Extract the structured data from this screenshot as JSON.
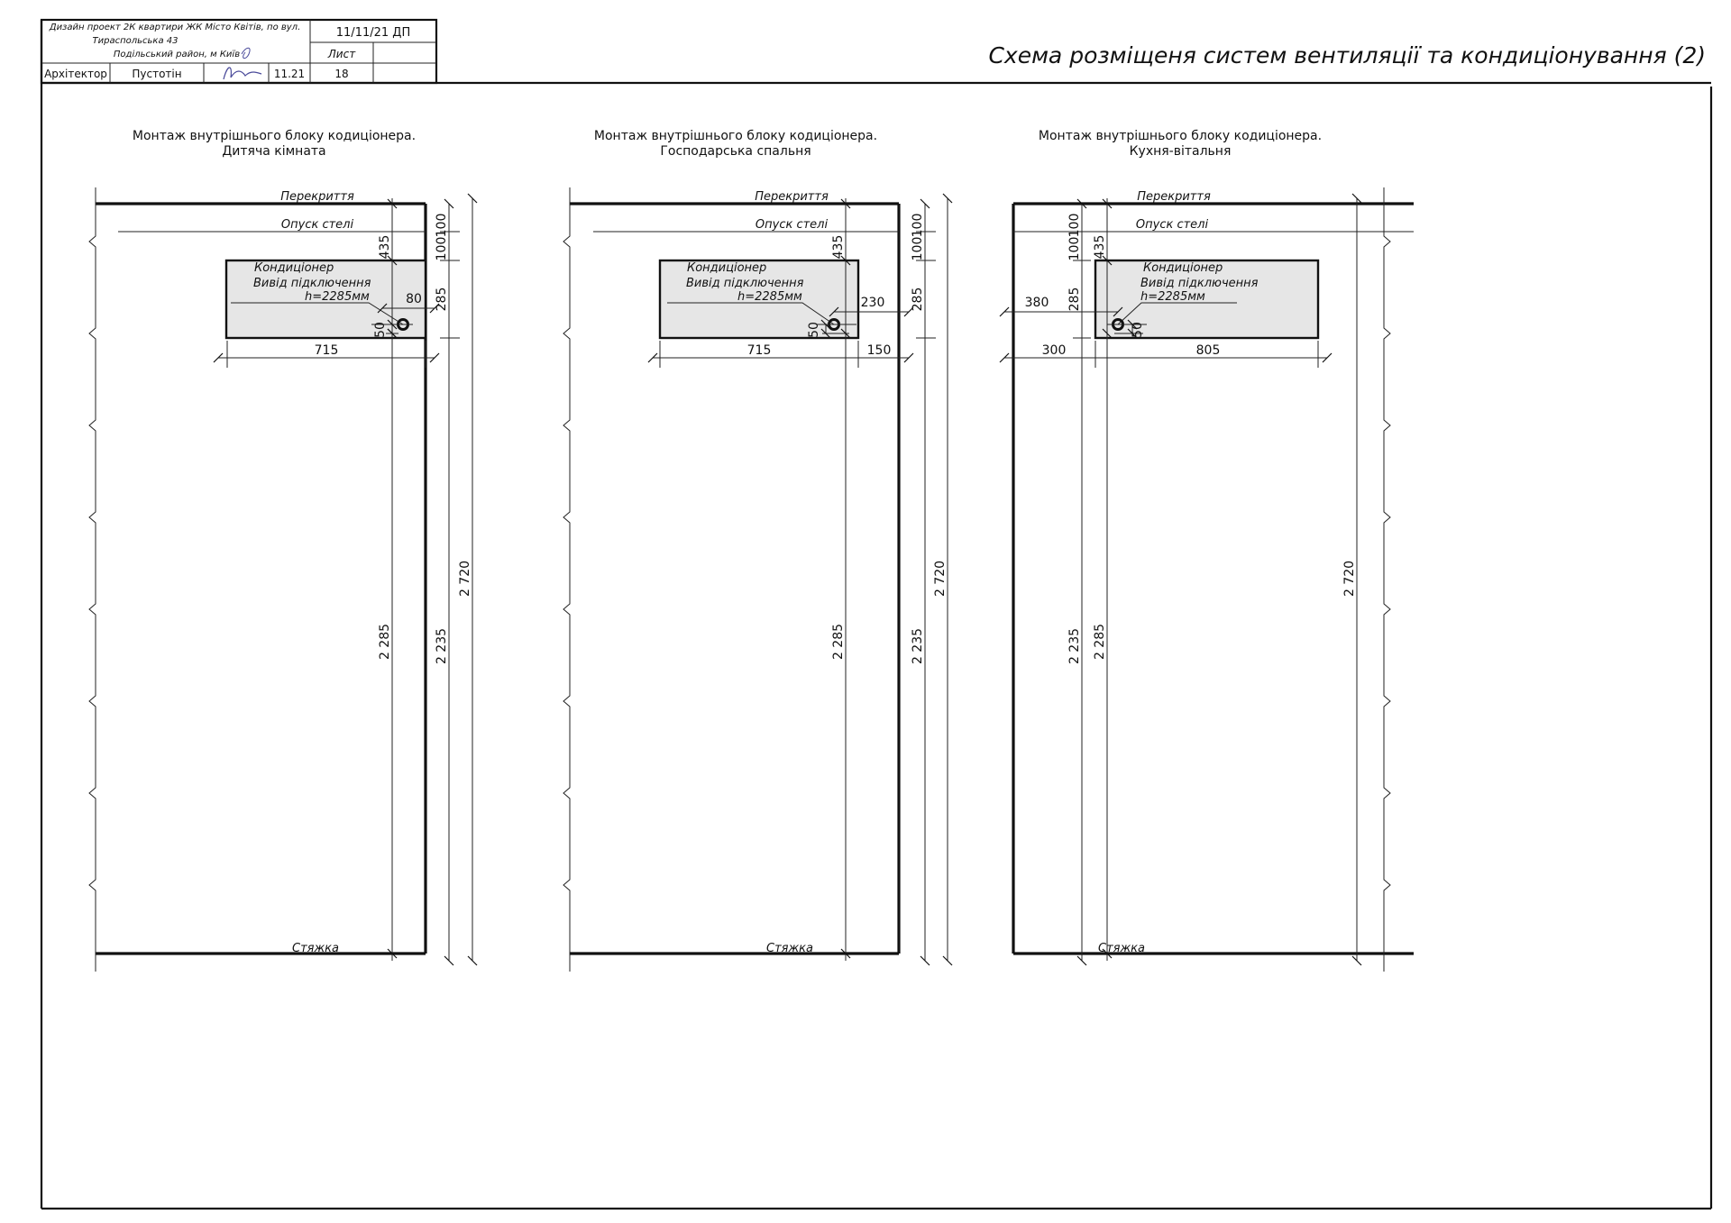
{
  "title_block": {
    "project_line1": "Дизайн проект 2К квартири ЖК Місто Квітів, по вул.",
    "project_line2": "Тираспольська 43",
    "project_line3": "Подільський район, м Київ",
    "date_code": "11/11/21 ДП",
    "sheet_label": "Лист",
    "role": "Архітектор",
    "person": "Пустотін",
    "date": "11.21",
    "sheet_number": "18"
  },
  "sheet_title": "Схема розміщеня систем вентиляції та кондиціонування (2)",
  "labels": {
    "ceiling": "Перекриття",
    "drop_ceiling": "Опуск стелі",
    "floor": "Стяжка",
    "unit_line1": "Кондиціонер",
    "unit_line2": "Вивід підключення",
    "unit_line3": "h=2285мм"
  },
  "views": [
    {
      "title_line1": "Монтаж внутрішнього блоку кодиціонера.",
      "title_line2": "Дитяча кімната",
      "dim_width": "715",
      "dim_side": "80",
      "dim_side_h": "",
      "dim_top": "435",
      "dim_small": "50",
      "dim_100a": "100",
      "dim_100b": "100",
      "dim_285": "285",
      "dim_2285": "2 285",
      "dim_2235": "2 235",
      "dim_2720": "2 720"
    },
    {
      "title_line1": "Монтаж внутрішнього блоку кодиціонера.",
      "title_line2": "Господарська спальня",
      "dim_width": "715",
      "dim_side": "230",
      "dim_side_h": "150",
      "dim_top": "435",
      "dim_small": "50",
      "dim_100a": "100",
      "dim_100b": "100",
      "dim_285": "285",
      "dim_2285": "2 285",
      "dim_2235": "2 235",
      "dim_2720": "2 720"
    },
    {
      "title_line1": "Монтаж внутрішнього блоку кодиціонера.",
      "title_line2": "Кухня-вітальня",
      "dim_width": "805",
      "dim_side": "380",
      "dim_side_h": "300",
      "dim_top": "435",
      "dim_small": "50",
      "dim_100a": "100",
      "dim_100b": "100",
      "dim_285": "285",
      "dim_2285": "2 285",
      "dim_2235": "2 235",
      "dim_2720": "2 720"
    }
  ]
}
